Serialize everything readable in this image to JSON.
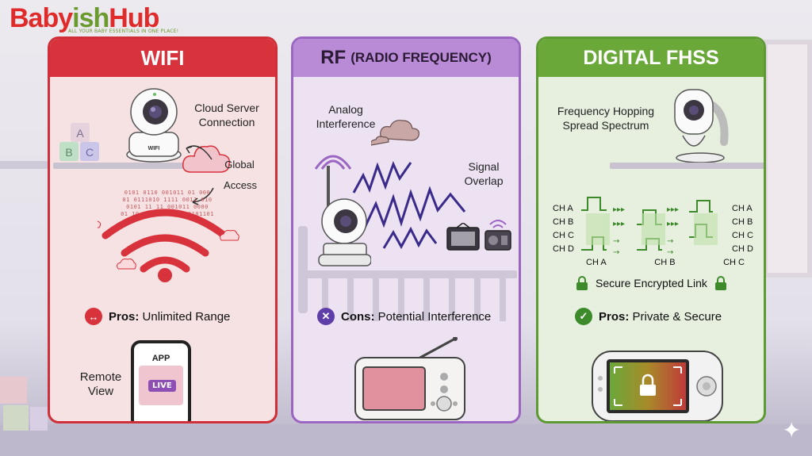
{
  "logo": {
    "part1": "Baby",
    "part2": "ish",
    "part3": "Hub",
    "tagline": "ALL YOUR BABY ESSENTIALS IN ONE PLACE!"
  },
  "wifi": {
    "title": "WIFI",
    "cloud_label": "Cloud Server Connection",
    "global_label": "Global",
    "access_label": "Access",
    "camera_label": "WIFI",
    "pros_prefix": "Pros:",
    "pros_text": "Unlimited Range",
    "remote_label": "Remote View",
    "app_label": "APP",
    "live_label": "LIVE",
    "block_letters": [
      "A",
      "B",
      "C"
    ],
    "bits": [
      "0101 0110 001011 01 000",
      "01 0111010 1111 0011 010",
      "0101 11 11 001011 0000",
      "01 10 0101 01 01010101101"
    ]
  },
  "rf": {
    "title": "RF",
    "subtitle": "(RADIO FREQUENCY)",
    "analog_label": "Analog Interference",
    "signal_label": "Signal Overlap",
    "cons_prefix": "Cons:",
    "cons_text": "Potential Interference"
  },
  "digital": {
    "title": "DIGITAL FHSS",
    "fhss_label": "Frequency Hopping Spread Spectrum",
    "channels": [
      "CH A",
      "CH B",
      "CH C",
      "CH D"
    ],
    "bottom_channels": [
      "CH A",
      "CH B",
      "CH C"
    ],
    "secure_label": "Secure Encrypted Link",
    "pros_prefix": "Pros:",
    "pros_text": "Private & Secure"
  },
  "colors": {
    "wifi": "#d8323c",
    "rf": "#b98bd7",
    "digital": "#6aa83a"
  }
}
